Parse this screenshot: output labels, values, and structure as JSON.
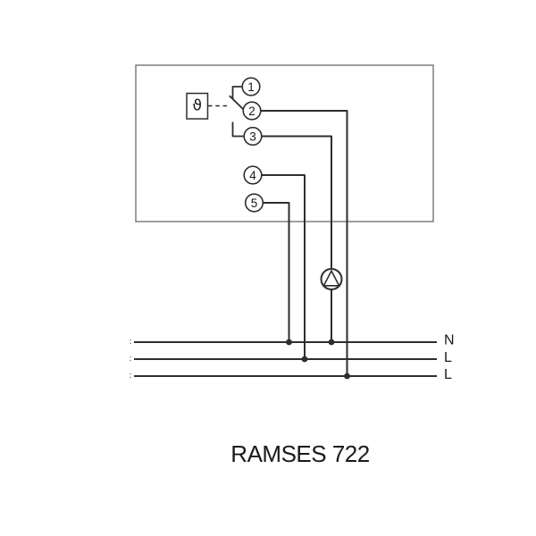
{
  "title": "RAMSES 722",
  "sensor": {
    "symbol": "ϑ"
  },
  "terminals": [
    {
      "label": "1"
    },
    {
      "label": "2"
    },
    {
      "label": "3"
    },
    {
      "label": "4"
    },
    {
      "label": "5"
    }
  ],
  "bus_lines": [
    {
      "label": "N"
    },
    {
      "label": "L"
    },
    {
      "label": "L"
    }
  ],
  "colors": {
    "wire": "#2e2e2e",
    "device_outline": "#7f7f7f",
    "text": "#1a1a1a",
    "background": "#ffffff"
  }
}
